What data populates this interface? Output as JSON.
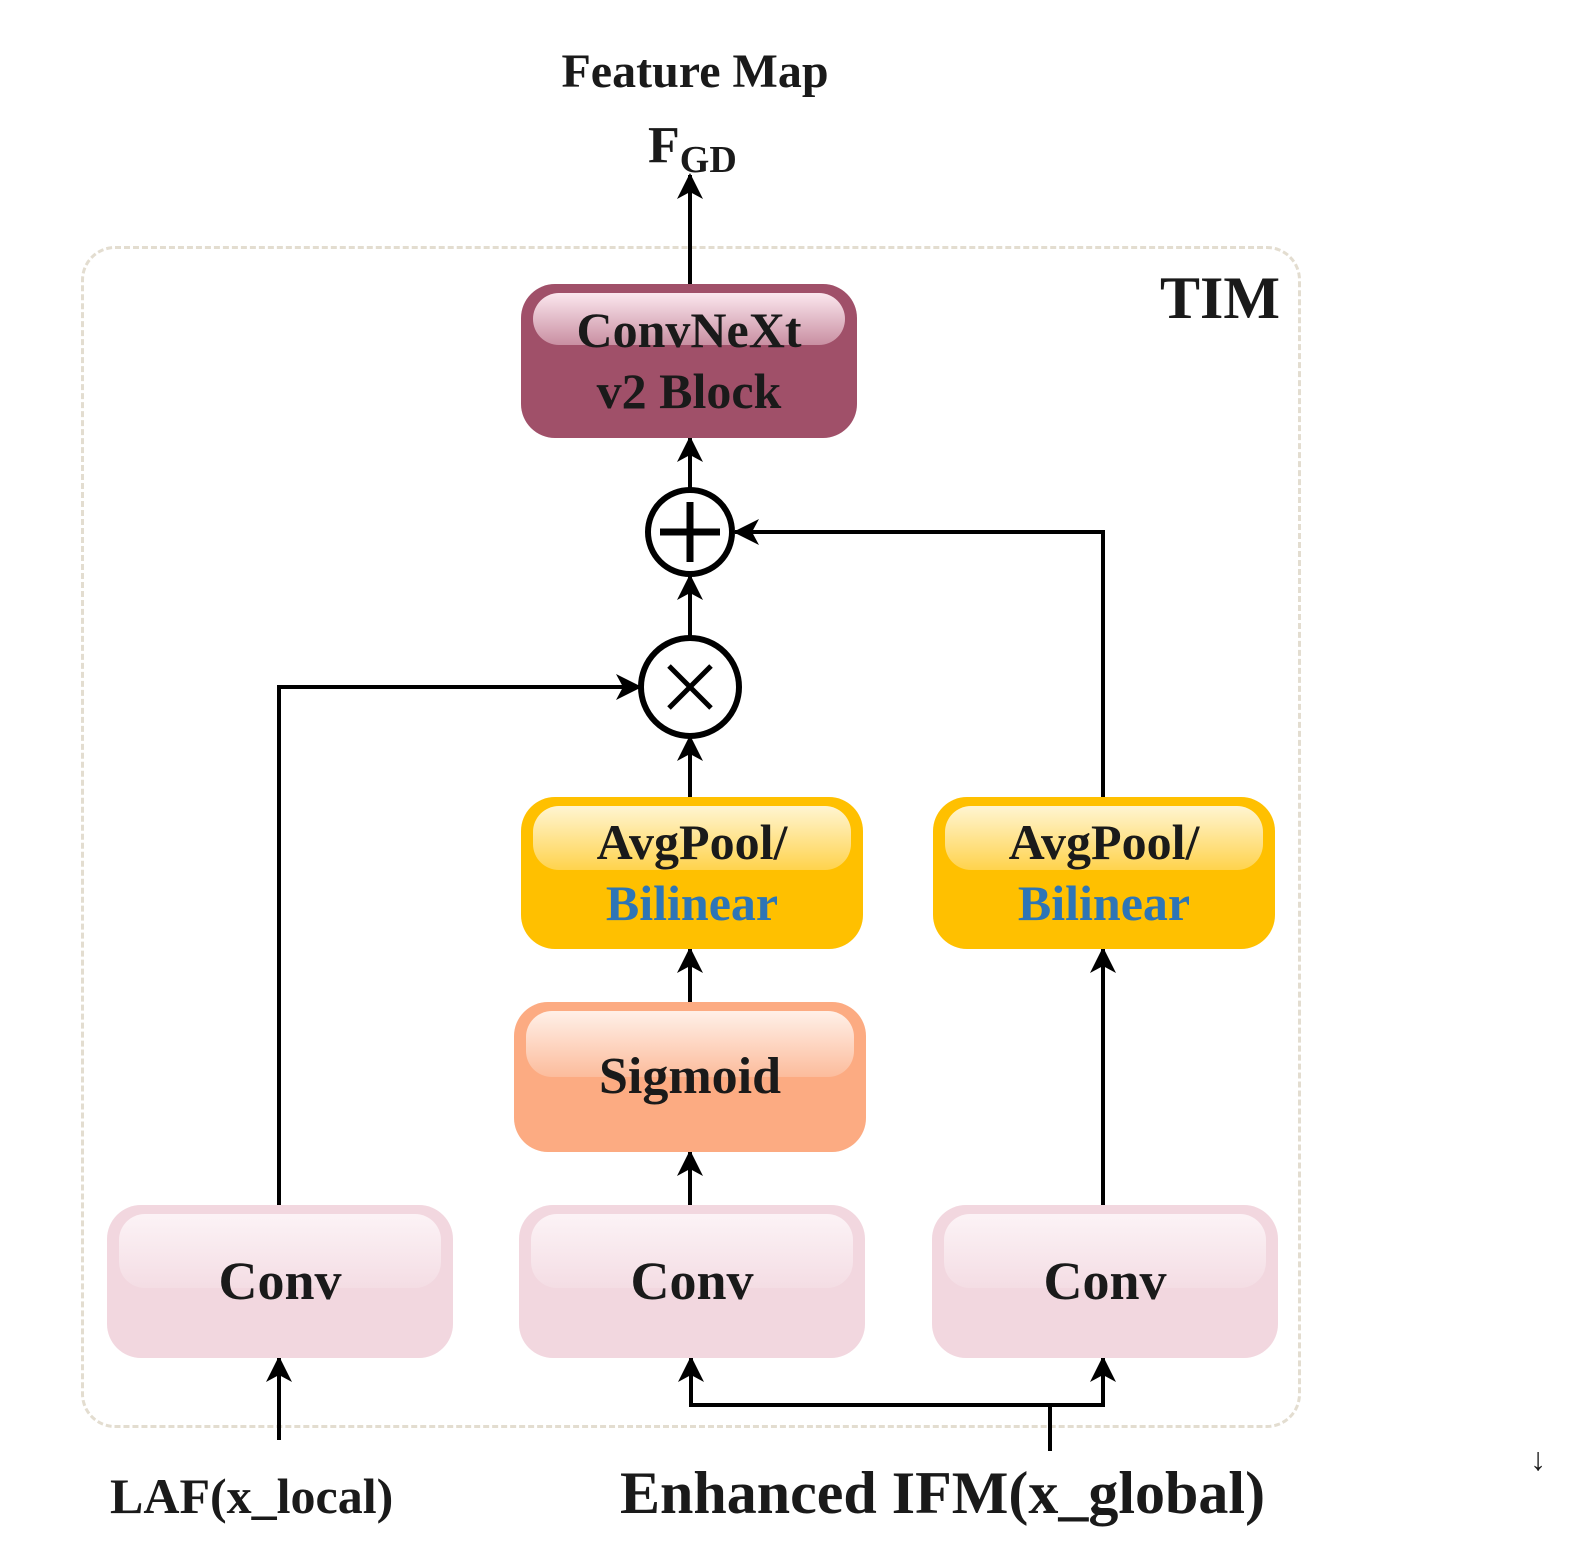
{
  "title": "Feature Map",
  "output": {
    "symbol": "F",
    "subscript": "GD"
  },
  "module_label": "TIM",
  "blocks": {
    "convnext": {
      "line1": "ConvNeXt",
      "line2": "v2 Block"
    },
    "avgpool_left": {
      "line1": "AvgPool/",
      "line2": "Bilinear"
    },
    "avgpool_right": {
      "line1": "AvgPool/",
      "line2": "Bilinear"
    },
    "sigmoid": {
      "label": "Sigmoid"
    },
    "conv_left": {
      "label": "Conv"
    },
    "conv_middle": {
      "label": "Conv"
    },
    "conv_right": {
      "label": "Conv"
    }
  },
  "operators": {
    "add": "+",
    "multiply": "×"
  },
  "inputs": {
    "local": "LAF(x_local)",
    "global": "Enhanced IFM(x_global)"
  },
  "stray_mark": "↓",
  "colors": {
    "convnext": "#a05069",
    "avgpool": "#ffc000",
    "bilinear_text": "#2e75b6",
    "sigmoid": "#fcab82",
    "conv": "#f2d7df",
    "frame": "#e3ddd0"
  }
}
